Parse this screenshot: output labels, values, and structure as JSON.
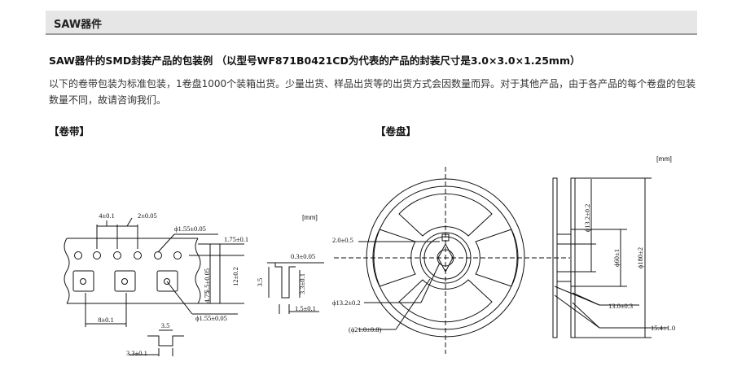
{
  "section": {
    "title": "SAW器件"
  },
  "heading": "SAW器件的SMD封装产品的包装例 （以型号WF871B0421CD为代表的产品的封装尺寸是3.0×3.0×1.25mm）",
  "paragraph": "以下的卷带包装为标准包装，1卷盘1000个装箱出货。少量出货、样品出货等的出货方式会因数量而异。对于其他产品，由于各产品的每个卷盘的包装数量不同，故请咨询我们。",
  "tape": {
    "label": "【卷带】",
    "unit": "[mm]",
    "dims": {
      "pitch4": "4±0.1",
      "d2": "2±0.05",
      "hole_top": "ϕ1.55±0.05",
      "d175": "1.75±0.1",
      "d55": "5.5±0.05",
      "d475": "4.75",
      "d12": "12±0.2",
      "pitch8": "8±0.1",
      "hole_bottom": "ϕ1.55±0.05",
      "t03": "0.3±0.05",
      "d35v": "3.5",
      "d33v": "3.3±0.1",
      "d15": "1.5±0.1",
      "d35h": "3.5",
      "d33h": "3.3±0.1"
    }
  },
  "reel": {
    "label": "【卷盘】",
    "unit": "[mm]",
    "dims": {
      "slot": "2.0±0.5",
      "d132_hub": "ϕ13.2±0.2",
      "d21": "(ϕ21.0±0.8)",
      "d132_side": "ϕ13.2±0.2",
      "d60": "ϕ60±1",
      "d180": "ϕ180±2",
      "w13": "13.0±0.3",
      "w154": "15.4±1.0"
    }
  }
}
